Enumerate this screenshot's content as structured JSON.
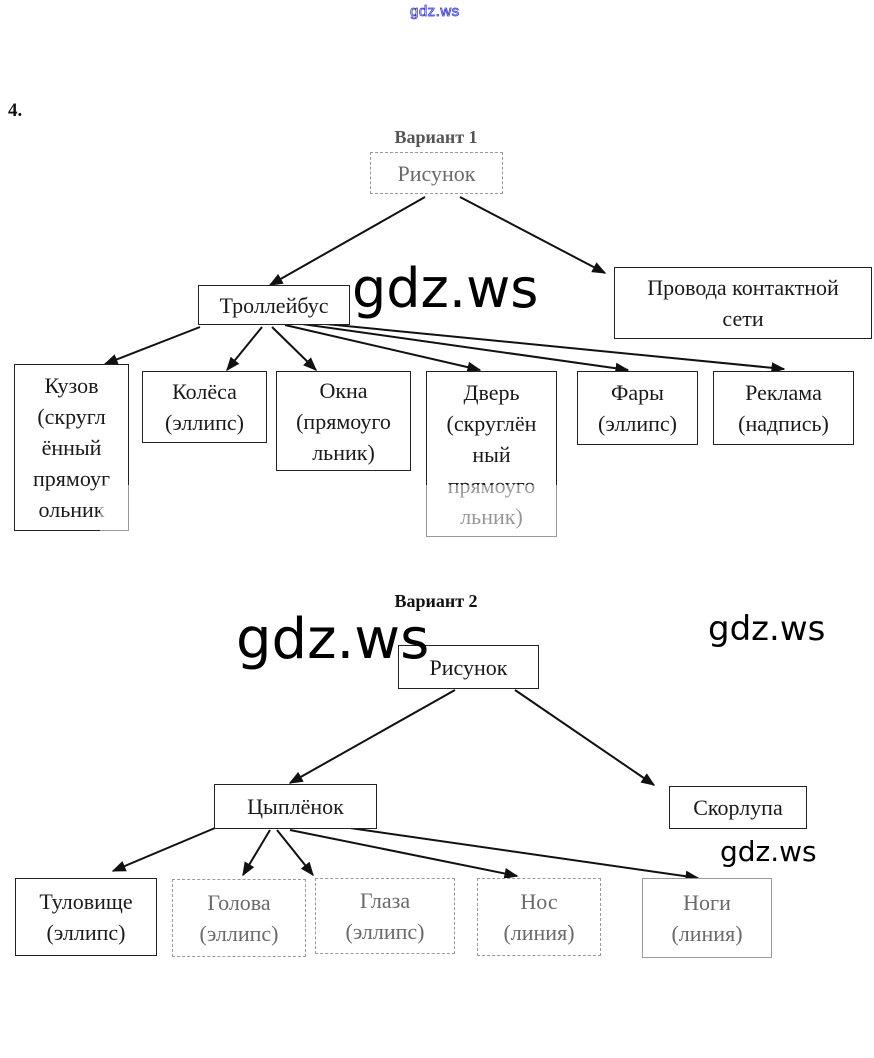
{
  "watermark_top": "gdz.ws",
  "task_number": "4.",
  "variant1": {
    "title": "Вариант 1",
    "root": "Рисунок",
    "children": [
      {
        "label": [
          "Троллейбус"
        ]
      },
      {
        "label": [
          "Провода контактной",
          "сети"
        ]
      }
    ],
    "trolleybus_parts": [
      {
        "label": [
          "Кузов",
          "(скругл",
          "ённый",
          "прямоуг",
          "ольник"
        ]
      },
      {
        "label": [
          "Колёса",
          "(эллипс)"
        ]
      },
      {
        "label": [
          "Окна",
          "(прямоуго",
          "льник)"
        ]
      },
      {
        "label": [
          "Дверь",
          "(скруглён",
          "ный",
          "прямоуго",
          "льник)"
        ]
      },
      {
        "label": [
          "Фары",
          "(эллипс)"
        ]
      },
      {
        "label": [
          "Реклама",
          "(надпись)"
        ]
      }
    ]
  },
  "variant2": {
    "title": "Вариант 2",
    "root": "Рисунок",
    "children": [
      {
        "label": [
          "Цыплёнок"
        ]
      },
      {
        "label": [
          "Скорлупа"
        ]
      }
    ],
    "chick_parts": [
      {
        "label": [
          "Туловище",
          "(эллипс)"
        ]
      },
      {
        "label": [
          "Голова",
          "(эллипс)"
        ]
      },
      {
        "label": [
          "Глаза",
          "(эллипс)"
        ]
      },
      {
        "label": [
          "Нос",
          "(линия)"
        ]
      },
      {
        "label": [
          "Ноги",
          "(линия)"
        ]
      }
    ]
  },
  "watermarks": [
    "gdz.ws",
    "gdz.ws",
    "gdz.ws",
    "gdz.ws"
  ]
}
